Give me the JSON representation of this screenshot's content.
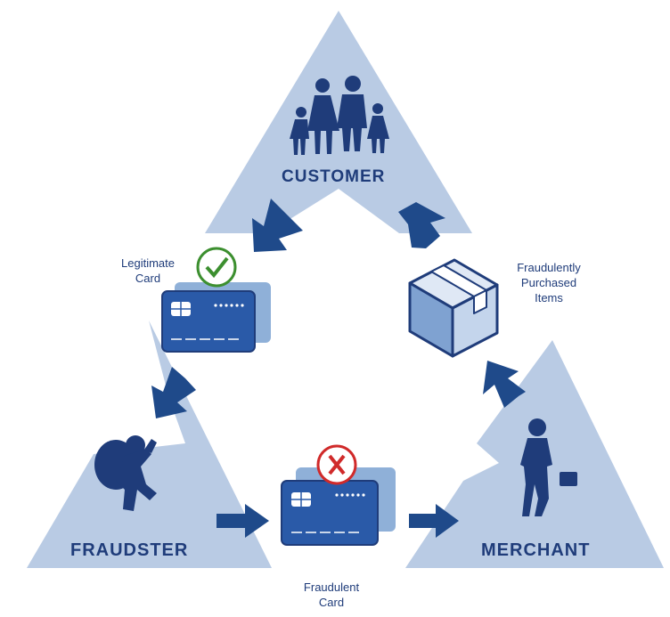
{
  "nodes": {
    "customer": "CUSTOMER",
    "fraudster": "FRAUDSTER",
    "merchant": "MERCHANT"
  },
  "captions": {
    "legitimate_card": "Legitimate\nCard",
    "fraudulent_card": "Fraudulent\nCard",
    "purchased_items": "Fraudulently\nPurchased\nItems"
  },
  "colors": {
    "triangle": "#b9cbe4",
    "dark_navy": "#1f3c7a",
    "card_blue": "#2a5aa8",
    "check_green": "#3c8f2f",
    "cross_red": "#d02a2a"
  },
  "icons": {
    "customer": "family-icon",
    "fraudster": "thief-icon",
    "merchant": "businessman-icon",
    "legit_card": "credit-card-icon",
    "fraud_card": "credit-card-icon",
    "package": "box-icon"
  }
}
